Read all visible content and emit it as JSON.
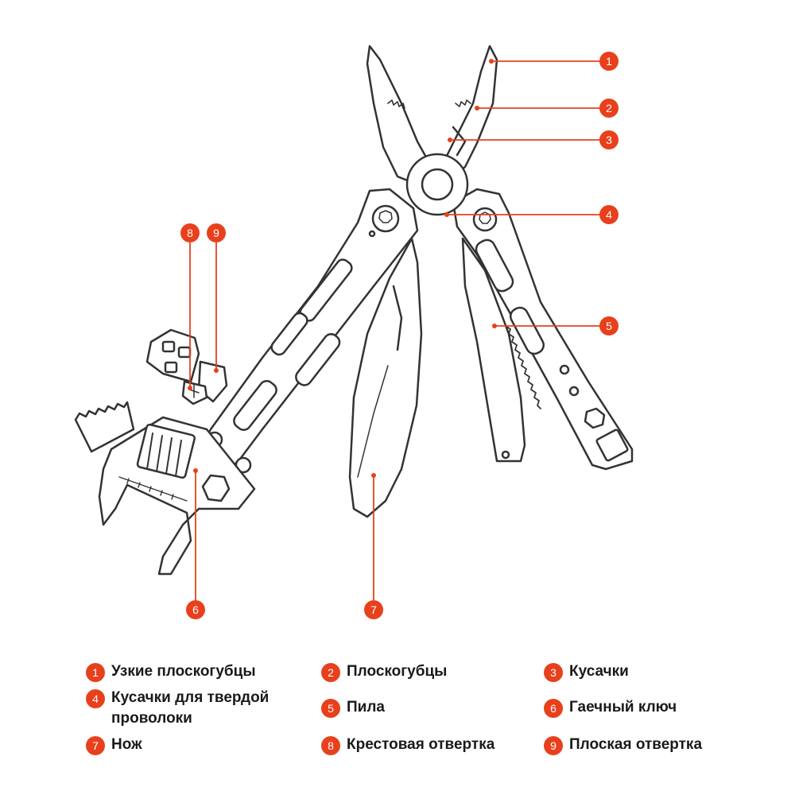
{
  "colors": {
    "accent": "#e8401c",
    "stroke": "#333333",
    "text": "#1a1a1a"
  },
  "callouts": [
    {
      "num": "1",
      "label": "Узкие плоскогубцы"
    },
    {
      "num": "2",
      "label": "Плоскогубцы"
    },
    {
      "num": "3",
      "label": "Кусачки"
    },
    {
      "num": "4",
      "label": "Кусачки для твердой проволоки"
    },
    {
      "num": "5",
      "label": "Пила"
    },
    {
      "num": "6",
      "label": "Гаечный ключ"
    },
    {
      "num": "7",
      "label": "Нож"
    },
    {
      "num": "8",
      "label": "Крестовая отвертка"
    },
    {
      "num": "9",
      "label": "Плоская отвертка"
    }
  ]
}
